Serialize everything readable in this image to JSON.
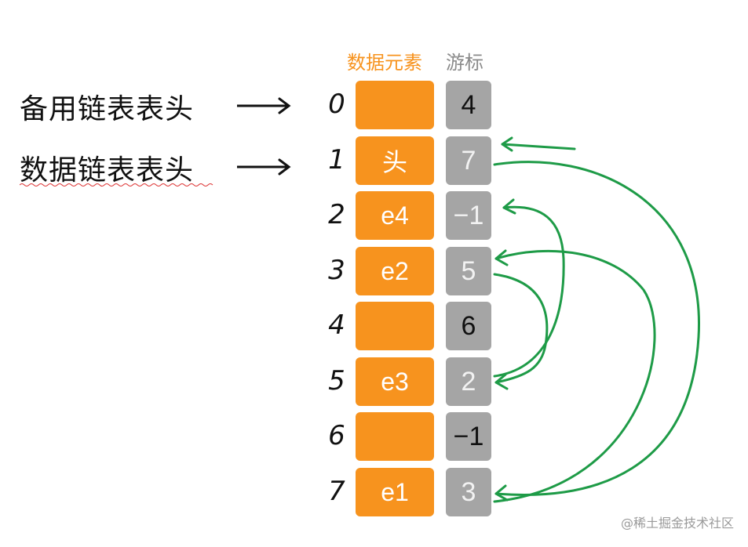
{
  "headers": {
    "data": "数据元素",
    "cursor": "游标"
  },
  "labels": {
    "spare_head": "备用链表表头",
    "data_head": "数据链表表头"
  },
  "rows": [
    {
      "index": "0",
      "data": "",
      "cursor": "4",
      "cursor_style": "dark"
    },
    {
      "index": "1",
      "data": "头",
      "cursor": "7",
      "cursor_style": "light"
    },
    {
      "index": "2",
      "data": "e4",
      "cursor": "−1",
      "cursor_style": "light"
    },
    {
      "index": "3",
      "data": "e2",
      "cursor": "5",
      "cursor_style": "light"
    },
    {
      "index": "4",
      "data": "",
      "cursor": "6",
      "cursor_style": "dark"
    },
    {
      "index": "5",
      "data": "e3",
      "cursor": "2",
      "cursor_style": "light"
    },
    {
      "index": "6",
      "data": "",
      "cursor": "−1",
      "cursor_style": "dark"
    },
    {
      "index": "7",
      "data": "e1",
      "cursor": "3",
      "cursor_style": "light"
    }
  ],
  "colors": {
    "data_fill": "#F7931E",
    "cursor_fill": "#A5A5A5",
    "link_stroke": "#1E9B47",
    "squiggle": "#d33"
  },
  "watermark": "@稀土掘金技术社区"
}
